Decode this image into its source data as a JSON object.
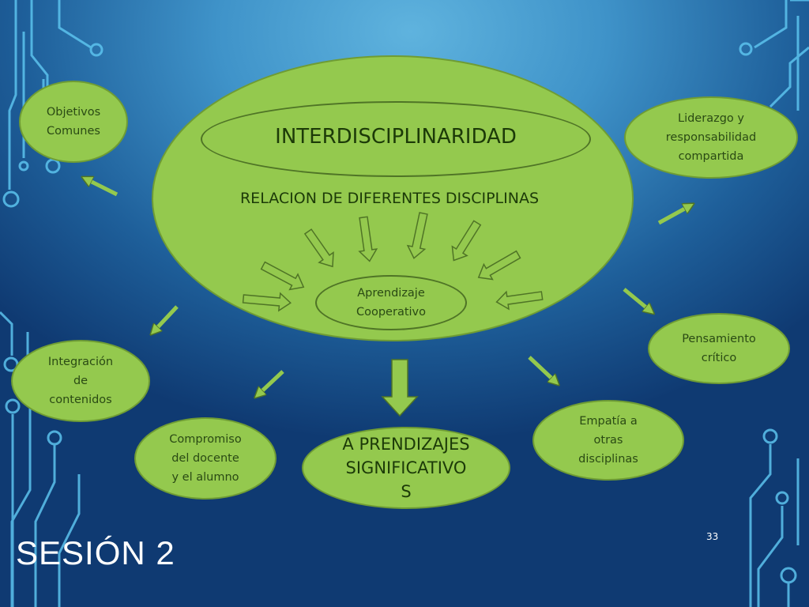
{
  "slide": {
    "session_title": "SESIÓN 2",
    "page_number": "33",
    "colors": {
      "bubble_fill": "#94c94e",
      "bubble_stroke": "#6f9c34",
      "text": "#1c3a08",
      "background_top": "#5fb3de",
      "background_bottom": "#0f3a72",
      "circuit_lines": "#5cc3ee"
    }
  },
  "diagram": {
    "center": {
      "title": "INTERDISCIPLINARIDAD",
      "subtitle": "RELACION DE DIFERENTES DISCIPLINAS",
      "core": "Aprendizaje\nCooperativo"
    },
    "nodes": {
      "objetivos": "Objetivos\nComunes",
      "liderazgo": "Liderazgo y\nresponsabilidad\ncompartida",
      "pensamiento": "Pensamiento\ncrítico",
      "empatia": "Empatía a\notras\ndisciplinas",
      "aprendizajes": "A PRENDIZAJES\nSIGNIFICATIVO\nS",
      "compromiso": "Compromiso\ndel docente\ny el alumno",
      "integracion": "Integración\nde\ncontenidos"
    }
  }
}
